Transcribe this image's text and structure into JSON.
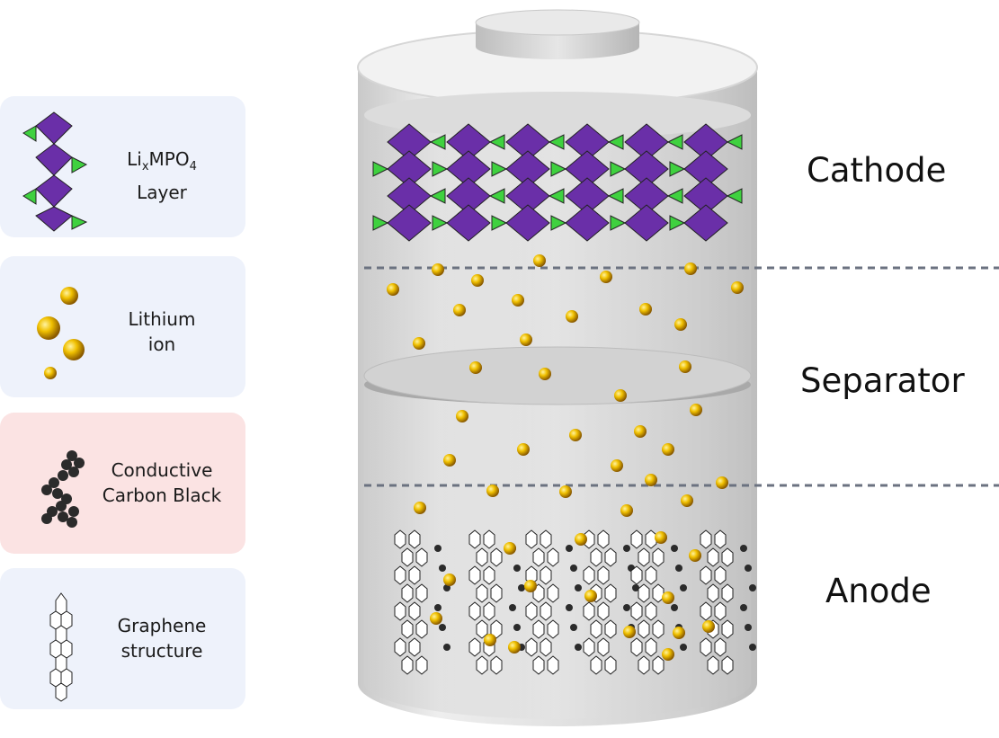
{
  "legend": [
    {
      "id": "lixmpo4",
      "label_main": "Li",
      "label_sub1": "x",
      "label_mid": "MPO",
      "label_sub2": "4",
      "label_line2": "Layer",
      "bg": "#eef2fb"
    },
    {
      "id": "lithium",
      "label_line1": "Lithium",
      "label_line2": "ion",
      "bg": "#eef2fb"
    },
    {
      "id": "carbon",
      "label_line1": "Conductive",
      "label_line2": "Carbon Black",
      "bg": "#fbe3e3"
    },
    {
      "id": "graphene",
      "label_line1": "Graphene",
      "label_line2": "structure",
      "bg": "#eef2fb"
    }
  ],
  "layers": {
    "cathode": "Cathode",
    "separator": "Separator",
    "anode": "Anode"
  },
  "colors": {
    "polyhedron_purple": "#6a2fa8",
    "tetra_green": "#3fd13f",
    "ion_gold": "#e0a800",
    "carbon_dark": "#2b2b2b",
    "battery_gray": "#d9d9d9",
    "dashed_line": "#6b7280"
  }
}
